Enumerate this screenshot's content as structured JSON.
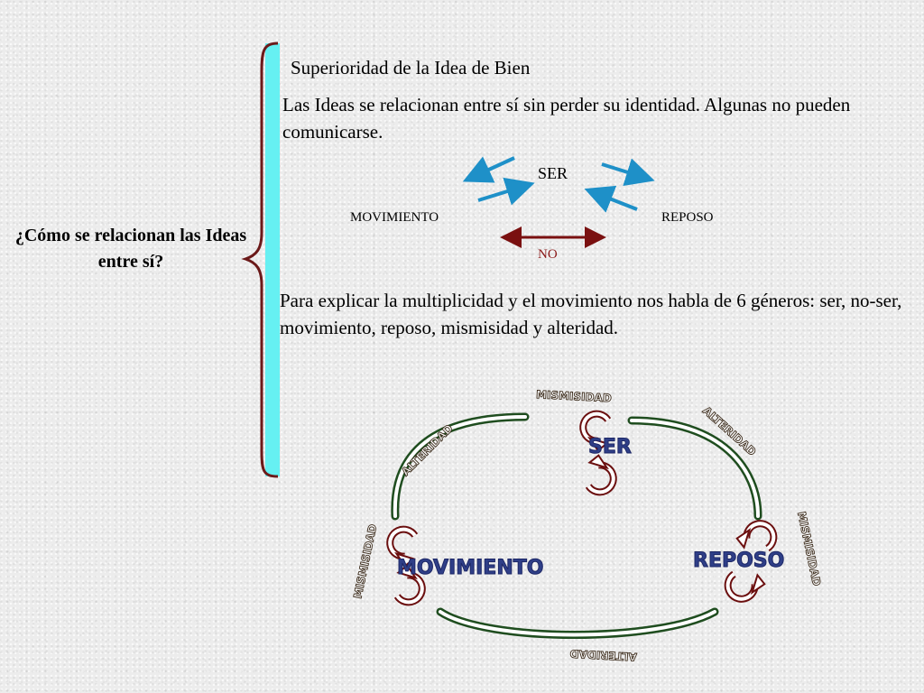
{
  "question": "¿Cómo se relacionan las Ideas entre sí?",
  "title": "Superioridad de la Idea de Bien",
  "paragraph1": "Las Ideas se relacionan entre sí sin perder su identidad. Algunas no pueden comunicarse.",
  "paragraph2": "Para explicar la multiplicidad y el movimiento nos habla de 6 géneros: ser, no-ser, movimiento, reposo, mismisidad y alteridad.",
  "top_diagram": {
    "ser": "SER",
    "movimiento": "MOVIMIENTO",
    "reposo": "REPOSO",
    "no": "NO"
  },
  "cycle_diagram": {
    "ser": "SER",
    "movimiento": "MOVIMIENTO",
    "reposo": "REPOSO",
    "mismisidad_top": "MISMISIDAD",
    "mismisidad_left": "MISMISIDAD",
    "mismisidad_right": "MISMISIDAD",
    "alteridad_left": "ALTERIDAD",
    "alteridad_right": "ALTERIDAD",
    "alteridad_bottom": "ALTERIDAD"
  },
  "colors": {
    "brace": "#6b1a1a",
    "cyan_bar": "#66f0f2",
    "blue_arrow": "#1e90c8",
    "dark_red_arrow": "#7a1010",
    "green_arc": "#1f4d1f",
    "circular_arrow": "#8b1a1a",
    "big_word": "#2f3f88"
  }
}
